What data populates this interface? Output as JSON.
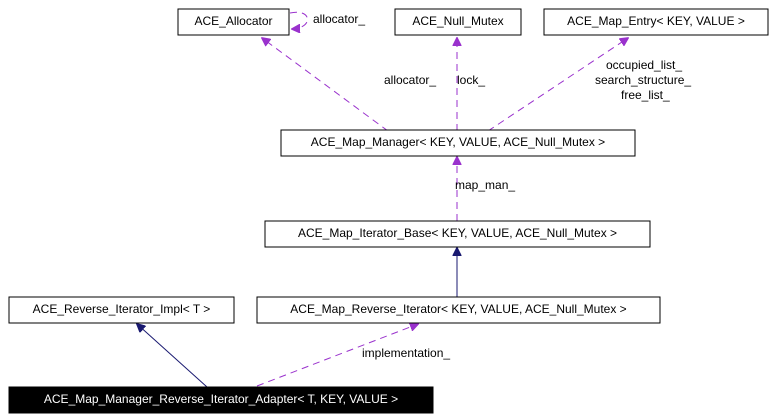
{
  "nodes": {
    "allocator": "ACE_Allocator",
    "null_mutex": "ACE_Null_Mutex",
    "map_entry": "ACE_Map_Entry< KEY, VALUE >",
    "map_manager": "ACE_Map_Manager< KEY, VALUE, ACE_Null_Mutex >",
    "iterator_base": "ACE_Map_Iterator_Base< KEY, VALUE, ACE_Null_Mutex >",
    "reverse_iterator_impl": "ACE_Reverse_Iterator_Impl< T >",
    "map_reverse_iterator": "ACE_Map_Reverse_Iterator< KEY, VALUE, ACE_Null_Mutex >",
    "adapter": "ACE_Map_Manager_Reverse_Iterator_Adapter< T, KEY, VALUE >"
  },
  "edge_labels": {
    "allocator_self": "allocator_",
    "allocator": "allocator_",
    "lock": "lock_",
    "occupied_list": "occupied_list_",
    "search_structure": "search_structure_",
    "free_list": "free_list_",
    "map_man": "map_man_",
    "implementation": "implementation_"
  },
  "colors": {
    "inheritance_edge": "#191970",
    "usage_edge": "#9a32cd",
    "highlight_node": "#000000"
  }
}
